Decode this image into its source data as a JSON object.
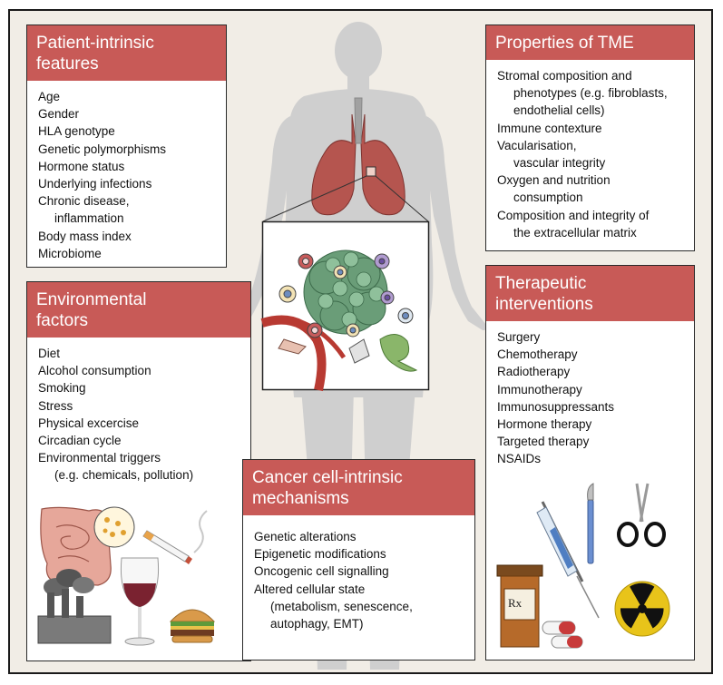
{
  "colors": {
    "header_bg": "#c85a57",
    "frame_bg": "#f1ede6",
    "body_silhouette": "#cfcfcf",
    "lung": "#b5554f",
    "tumor": "#6a9d78"
  },
  "boxes": {
    "patient": {
      "title_lines": [
        "Patient-intrinsic",
        "features"
      ],
      "items": [
        [
          "Age"
        ],
        [
          "Gender"
        ],
        [
          "HLA genotype"
        ],
        [
          "Genetic polymorphisms"
        ],
        [
          "Hormone status"
        ],
        [
          "Underlying infections"
        ],
        [
          "Chronic disease,",
          "inflammation"
        ],
        [
          "Body mass index"
        ],
        [
          "Microbiome"
        ]
      ]
    },
    "tme": {
      "title_lines": [
        "Properties of TME"
      ],
      "items": [
        [
          "Stromal composition and",
          "phenotypes (e.g. fibroblasts,",
          "endothelial cells)"
        ],
        [
          "Immune contexture"
        ],
        [
          "Vacularisation,",
          "vascular integrity"
        ],
        [
          "Oxygen and nutrition",
          "consumption"
        ],
        [
          "Composition and integrity of",
          "the extracellular matrix"
        ]
      ]
    },
    "environmental": {
      "title_lines": [
        "Environmental",
        "factors"
      ],
      "items": [
        [
          "Diet"
        ],
        [
          "Alcohol consumption"
        ],
        [
          "Smoking"
        ],
        [
          "Stress"
        ],
        [
          "Physical excercise"
        ],
        [
          "Circadian cycle"
        ],
        [
          "Environmental triggers",
          "(e.g. chemicals, pollution)"
        ]
      ]
    },
    "therapeutic": {
      "title_lines": [
        "Therapeutic",
        "interventions"
      ],
      "items": [
        [
          "Surgery"
        ],
        [
          "Chemotherapy"
        ],
        [
          "Radiotherapy"
        ],
        [
          "Immunotherapy"
        ],
        [
          "Immunosuppressants"
        ],
        [
          "Hormone therapy"
        ],
        [
          "Targeted therapy"
        ],
        [
          "NSAIDs"
        ]
      ]
    },
    "cancer": {
      "title_lines": [
        "Cancer cell-intrinsic",
        "mechanisms"
      ],
      "items": [
        [
          "Genetic alterations"
        ],
        [
          "Epigenetic modifications"
        ],
        [
          "Oncogenic cell signalling"
        ],
        [
          "Altered cellular state",
          "(metabolism, senescence,",
          "autophagy, EMT)"
        ]
      ]
    }
  },
  "icons": {
    "environmental": [
      "intestine-icon",
      "cigarette-icon",
      "factory-icon",
      "wine-glass-icon",
      "burger-icon"
    ],
    "therapeutic": [
      "syringe-icon",
      "scalpel-icon",
      "scissors-icon",
      "pill-bottle-icon",
      "capsule-icon",
      "radiation-icon"
    ],
    "pill_bottle_label": "Rx"
  }
}
